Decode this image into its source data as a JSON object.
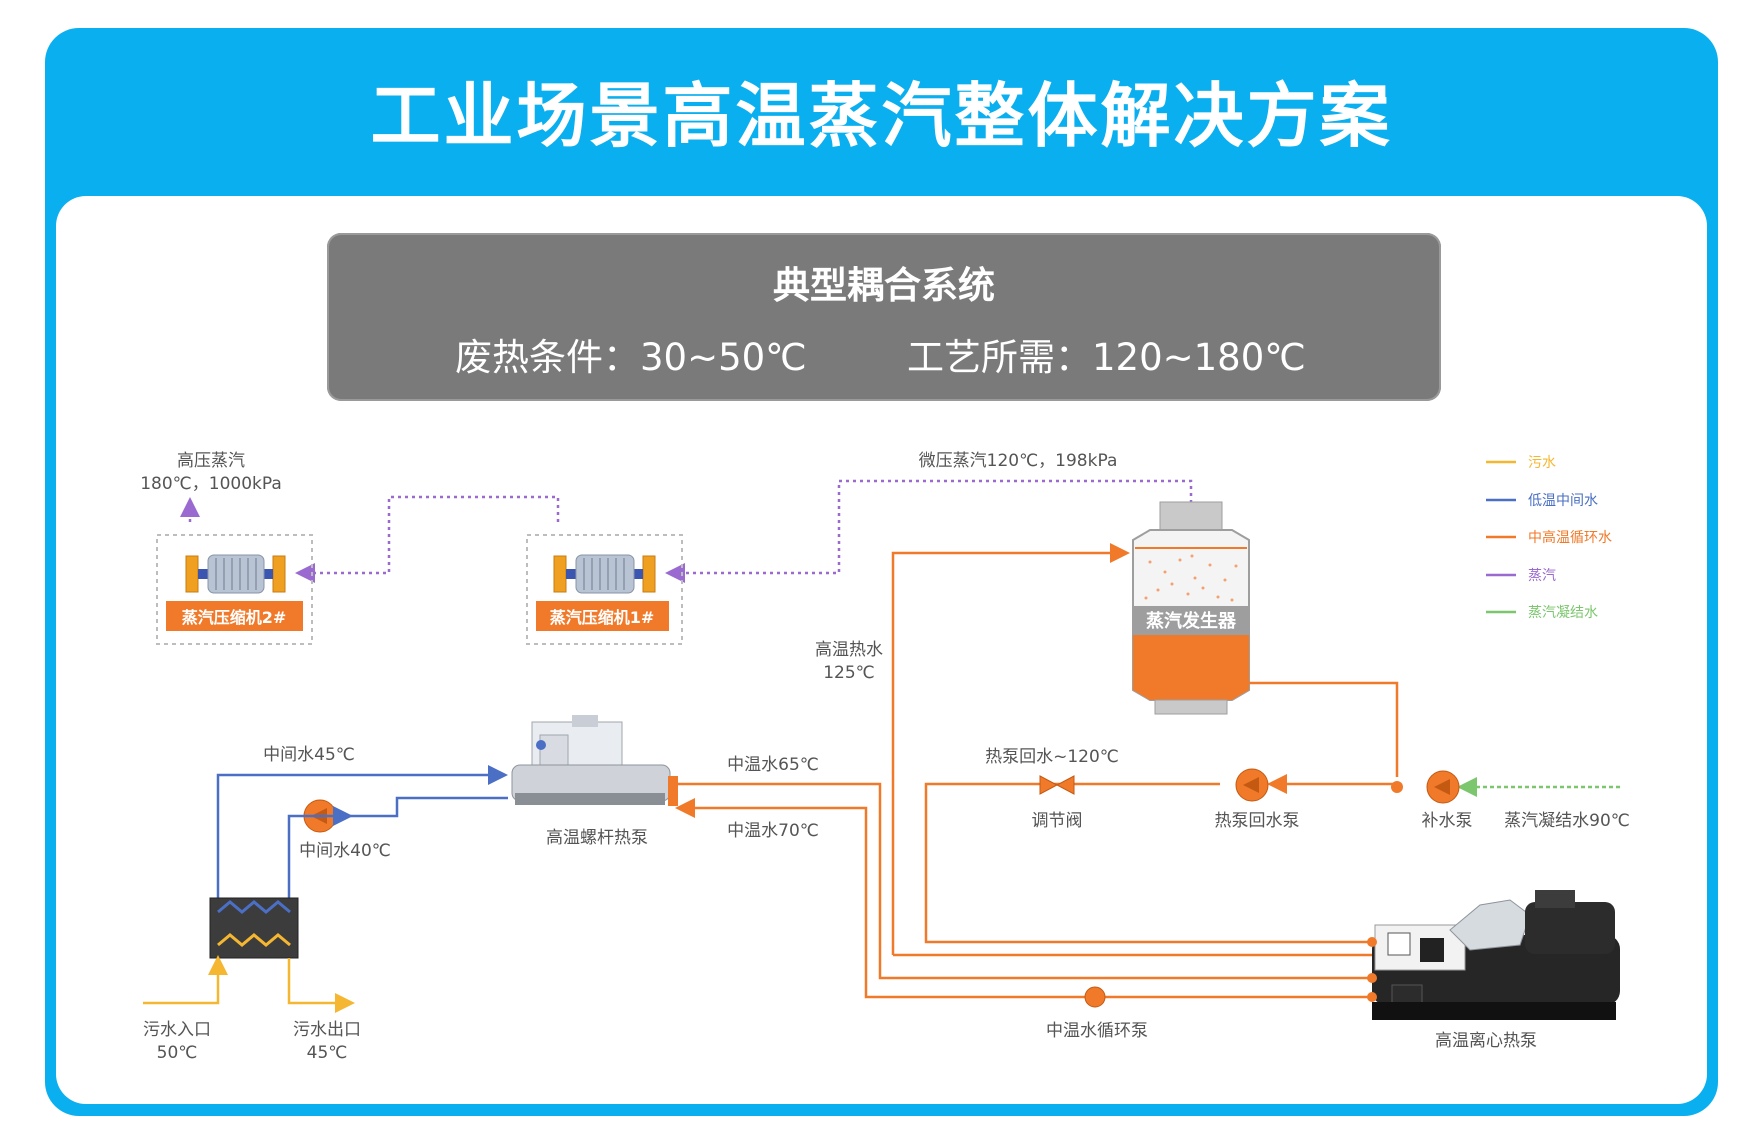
{
  "title": "工业场景高温蒸汽整体解决方案",
  "header_box": {
    "title": "典型耦合系统",
    "waste_heat": "废热条件：30~50℃",
    "process_need": "工艺所需：120~180℃"
  },
  "legend": [
    {
      "label": "污水",
      "color": "#f5b731"
    },
    {
      "label": "低温中间水",
      "color": "#4a6fc4"
    },
    {
      "label": "中高温循环水",
      "color": "#f07a2a"
    },
    {
      "label": "蒸汽",
      "color": "#9a6ad0"
    },
    {
      "label": "蒸汽凝结水",
      "color": "#7cc66e"
    }
  ],
  "labels": {
    "hp_steam_line1": "高压蒸汽",
    "hp_steam_line2": "180℃，1000kPa",
    "lp_steam": "微压蒸汽120℃，198kPa",
    "compressor2": "蒸汽压缩机2#",
    "compressor1": "蒸汽压缩机1#",
    "steam_generator": "蒸汽发生器",
    "hot_water_line1": "高温热水",
    "hot_water_line2": "125℃",
    "mid_water_45": "中间水45℃",
    "mid_water_40": "中间水40℃",
    "mid_temp_65": "中温水65℃",
    "mid_temp_70": "中温水70℃",
    "screw_hp": "高温螺杆热泵",
    "hp_return": "热泵回水~120℃",
    "valve": "调节阀",
    "return_pump": "热泵回水泵",
    "makeup_pump": "补水泵",
    "condensate": "蒸汽凝结水90℃",
    "sewage_in_line1": "污水入口",
    "sewage_in_line2": "50℃",
    "sewage_out_line1": "污水出口",
    "sewage_out_line2": "45℃",
    "circ_pump": "中温水循环泵",
    "centrifugal_hp": "高温离心热泵"
  }
}
